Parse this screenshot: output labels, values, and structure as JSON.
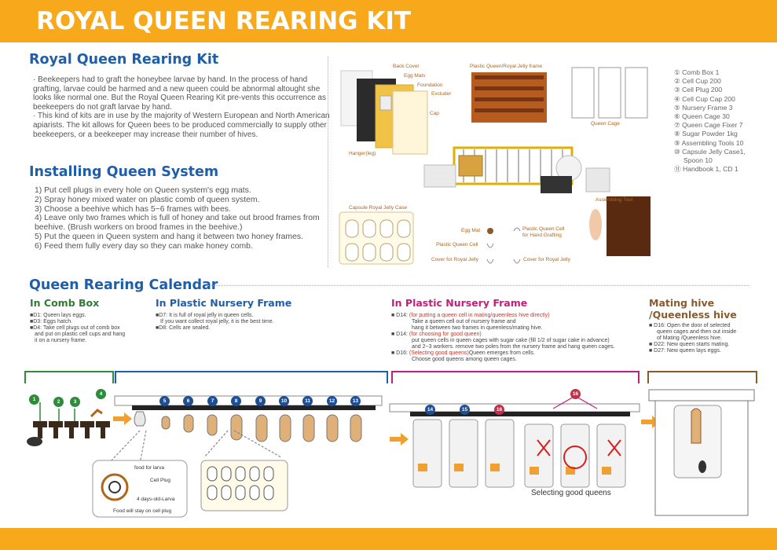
{
  "banner": {
    "title": "ROYAL QUEEN REARING KIT"
  },
  "kit": {
    "heading": "Royal Queen Rearing Kit",
    "paragraphs": [
      "· Beekeepers had to graft the honeybee larvae by hand. In the process of hand grafting, larvae could be harmed and a new queen could be abnormal altought she looks like normal one. But the Royal Queen Rearing Kit pre-vents this occurrence as beekeepers do not graft larvae by hand.",
      "· This kind of kits are in use by the majority of Western European and North American apiarists. The kit allows for Queen bees to be produced commercially to supply other beekeepers, or a beekeeper may increase their number of hives."
    ]
  },
  "install": {
    "heading": "Installing Queen System",
    "steps": [
      "1) Put cell plugs in every hole on Queen system's egg mats.",
      "2) Spray honey mixed water on plastic comb of queen system.",
      "3) Choose a beehive which has 5~6 frames with bees.",
      "4) Leave only two frames which is full of honey and take out brood frames from beehive. (Brush workers on brood frames in the beehive.)",
      "5) Put the queen in Queen system and hang it between two honey frames.",
      "6) Feed them fully every day so they can make honey comb."
    ]
  },
  "photo_labels": {
    "back_cover": "Back Cover",
    "egg_mats": "Egg Mats",
    "foundation": "Foundation",
    "excluder": "Excluder",
    "cap": "Cap",
    "hanger": "Hanger(leg)",
    "plastic_frame": "Plastic Queen/Royal Jelly frame",
    "queen_cage": "Queen Cage",
    "capsule_case": "Capsule Royal Jelly Case",
    "assembling_tool": "Assembling Tool",
    "egg_mat": "Egg Mat",
    "plastic_queen_cell": "Plastic Queen Cell",
    "plastic_queen_cell_graft": "Plastic Queen Cell for Hand Grafting",
    "cover_royal_jelly_1": "Cover for Royal Jelly",
    "cover_royal_jelly_2": "Cover for Royal Jelly"
  },
  "parts": [
    "① Comb Box 1",
    "② Cell Cup 200",
    "③ Cell Plug 200",
    "④ Cell Cup Cap 200",
    "⑤ Nursery Frame 3",
    "⑥ Queen Cage 30",
    "⑦ Queen Cage Fixer 7",
    "⑧ Sugar Powder 1kg",
    "⑨ Assembling Tools 10",
    "⑩ Capsule Jelly Case1,",
    "Spoon 10",
    "⑪ Handbook 1, CD 1"
  ],
  "calendar": {
    "heading": "Queen Rearing Calendar",
    "comb_box": {
      "title": "In Comb Box",
      "notes": [
        "■D1: Queen lays eggs.",
        "■D3: Eggs hatch.",
        "■D4: Take cell plugs out of comb box",
        "and put on plastic cell cups and hang",
        "it on a nursery frame."
      ]
    },
    "nursery1": {
      "title": "In Plastic Nursery Frame",
      "notes": [
        "■D7: It is full of royal jelly in queen cells.",
        "If you want collect royal jelly, it is the best time.",
        "■D8: Cells are sealed."
      ]
    },
    "nursery2": {
      "title": "In Plastic Nursery Frame",
      "d14a_day": "■ D14:",
      "d14a_red": "(for putting a queen cell in mating/queenless hive directly)",
      "d14a_1": "Take a queen cell out of nursery frame and",
      "d14a_2": "hang it between two frames in queenless/mating hive.",
      "d14b_day": "■ D14:",
      "d14b_red": "(for choosing for good queen)",
      "d14b_1": "put queen cells in queen cages with sugar cake (fill 1/2 of sugar cake in advance)",
      "d14b_2": "and 2~3 workers. remove two poles from the nursery frame and hang queen cages.",
      "d16_day": "■ D16:",
      "d16_red": "(Selecting good queens)",
      "d16_1": "Queen emerges from cells.",
      "d16_2": "Choose good queens among queen cages."
    },
    "mating": {
      "title1": "Mating hive",
      "title2": "/Queenless hive",
      "notes": [
        "■ D16: Open the door of selected",
        "queen cages and then out inside",
        "of Mating /Queenless hive.",
        "■ D22: New queen starts mating.",
        "■ D27: New queen lays eggs."
      ]
    }
  },
  "diagram": {
    "comb_numbers": [
      "1",
      "2",
      "3",
      "4"
    ],
    "nursery_numbers": [
      "5",
      "6",
      "7",
      "8",
      "9",
      "10",
      "11",
      "12",
      "13"
    ],
    "cage_numbers": [
      "14",
      "15",
      "16"
    ],
    "d16_marker": "16",
    "food_label": "food for larva",
    "plug_label": "Cell Plug",
    "larva_label": "4 days-old-Larva",
    "stay_label": "Food will stay on cell plug",
    "selecting_caption": "Selecting good queens"
  },
  "colors": {
    "orange": "#f7a81b",
    "blue": "#1f5ea8",
    "green": "#2e8b3a",
    "purple": "#c21f7a",
    "brown": "#8a5a2b"
  }
}
